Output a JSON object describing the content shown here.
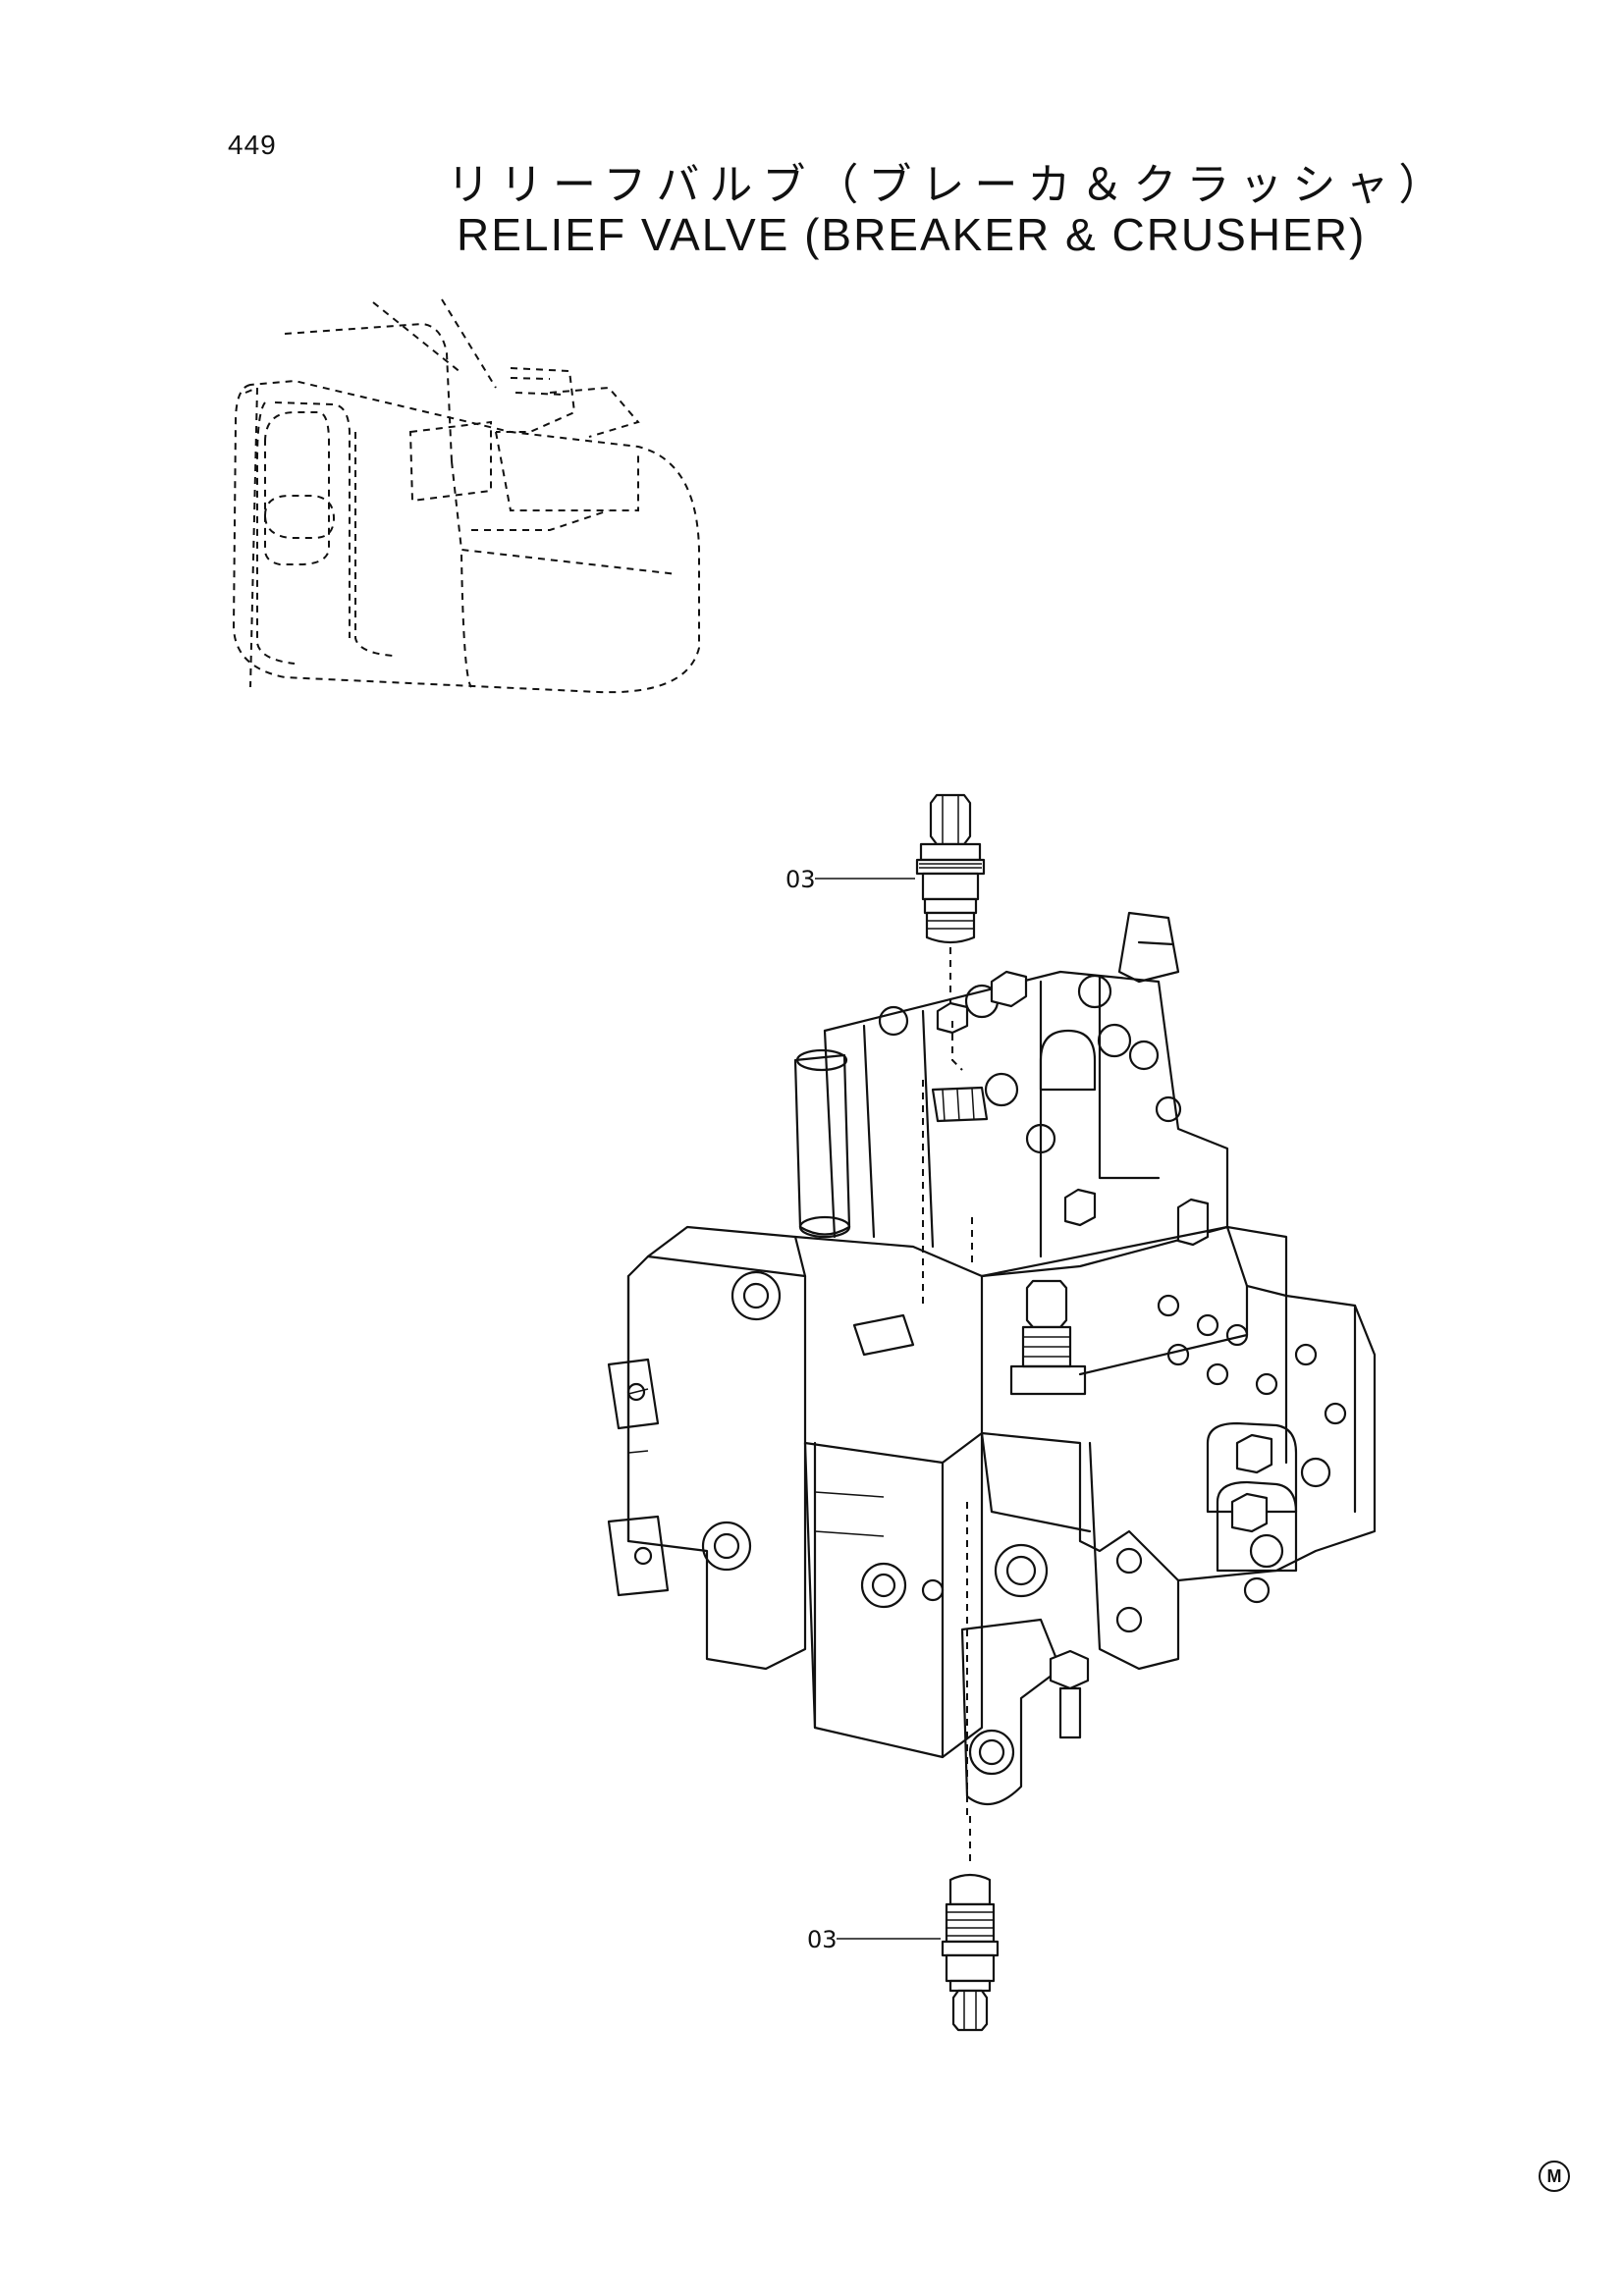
{
  "page": {
    "number": "449",
    "title_jp": "リリーフバルブ（ブレーカ＆クラッシャ）",
    "title_en": "RELIEF VALVE (BREAKER & CRUSHER)"
  },
  "callouts": [
    {
      "id": "top",
      "label": "03"
    },
    {
      "id": "bottom",
      "label": "03"
    }
  ],
  "footer": {
    "mark": "M"
  },
  "icons": {
    "excavator": "excavator-location-icon",
    "control-valve": "control-valve-assembly-icon",
    "relief-valve": "relief-valve-cartridge-icon"
  }
}
